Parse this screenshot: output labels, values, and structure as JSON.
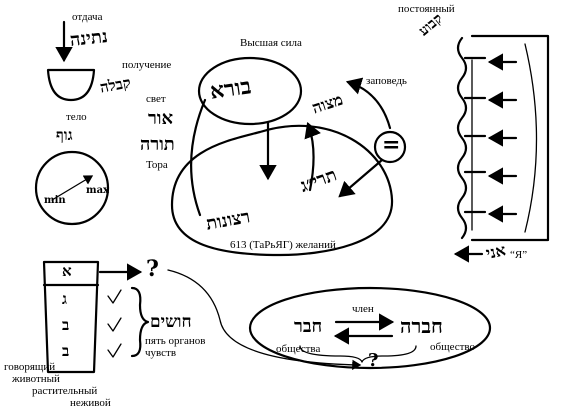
{
  "labels": {
    "giving": "отдача",
    "receiving": "получение",
    "body": "тело",
    "higher_power": "Высшая сила",
    "light": "свет",
    "torah": "Тора",
    "commandment": "заповедь",
    "desires_613": "613 (ТаРьЯГ) желаний",
    "permanent": "постоянный",
    "ya": "“Я”",
    "member": "член",
    "society_member": "общества",
    "society": "общество",
    "five_senses_1": "пять органов",
    "five_senses_2": "чувств",
    "level_speaking": "говорящий",
    "level_animal": "животный",
    "level_vegetative": "растительный",
    "level_inanimate": "неживой"
  },
  "hebrew": {
    "giving": "נתינה",
    "receiving": "קבלה",
    "body": "גוף",
    "light": "אור",
    "torah": "תורה",
    "the_creator": "בורא",
    "mitzvah": "מצוה",
    "taryag": "תרי״ג",
    "desires": "רצונות",
    "permanent": "קבוע",
    "ani": "אני",
    "haver": "חבר",
    "hevra": "חברה",
    "senses": "חושים",
    "min": "min",
    "max": "max"
  },
  "symbols": {
    "question_top": "?",
    "question_bottom": "?",
    "equals": "=",
    "level_rows": [
      "א",
      "ג",
      "ב",
      "ב"
    ]
  }
}
